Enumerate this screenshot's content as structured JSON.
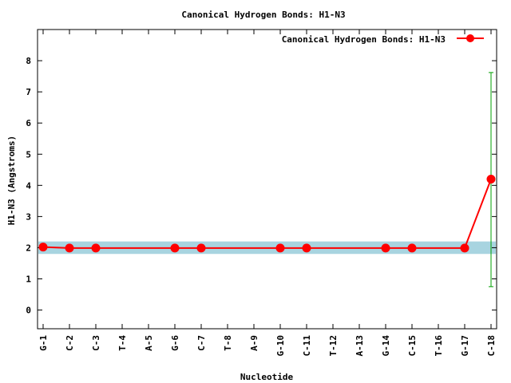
{
  "chart_data": {
    "type": "line",
    "title": "Canonical Hydrogen Bonds: H1-N3",
    "xlabel": "Nucleotide",
    "ylabel": "H1-N3 (Angstroms)",
    "categories": [
      "G-1",
      "C-2",
      "C-3",
      "T-4",
      "A-5",
      "G-6",
      "C-7",
      "T-8",
      "A-9",
      "G-10",
      "C-11",
      "T-12",
      "A-13",
      "G-14",
      "C-15",
      "T-16",
      "G-17",
      "C-18"
    ],
    "ylim": [
      -0.6,
      9.0
    ],
    "yticks": [
      "0",
      "1",
      "2",
      "3",
      "4",
      "5",
      "6",
      "7",
      "8"
    ],
    "band": {
      "from": 1.8,
      "to": 2.2,
      "color": "#a8d4e0"
    },
    "series": [
      {
        "name": "Canonical Hydrogen Bonds: H1-N3",
        "color": "#ff0000",
        "points": [
          {
            "x": "G-1",
            "y": 2.02
          },
          {
            "x": "C-2",
            "y": 1.99
          },
          {
            "x": "C-3",
            "y": 1.99
          },
          {
            "x": "G-6",
            "y": 1.99
          },
          {
            "x": "C-7",
            "y": 1.99
          },
          {
            "x": "G-10",
            "y": 1.99
          },
          {
            "x": "C-11",
            "y": 1.99
          },
          {
            "x": "G-14",
            "y": 1.99
          },
          {
            "x": "C-15",
            "y": 1.99
          },
          {
            "x": "G-17",
            "y": 1.99
          },
          {
            "x": "C-18",
            "y": 4.2,
            "err_low": 0.75,
            "err_high": 7.62
          }
        ]
      }
    ],
    "errorbar_color": "#00a000",
    "legend_position": "top-right",
    "grid": false
  }
}
